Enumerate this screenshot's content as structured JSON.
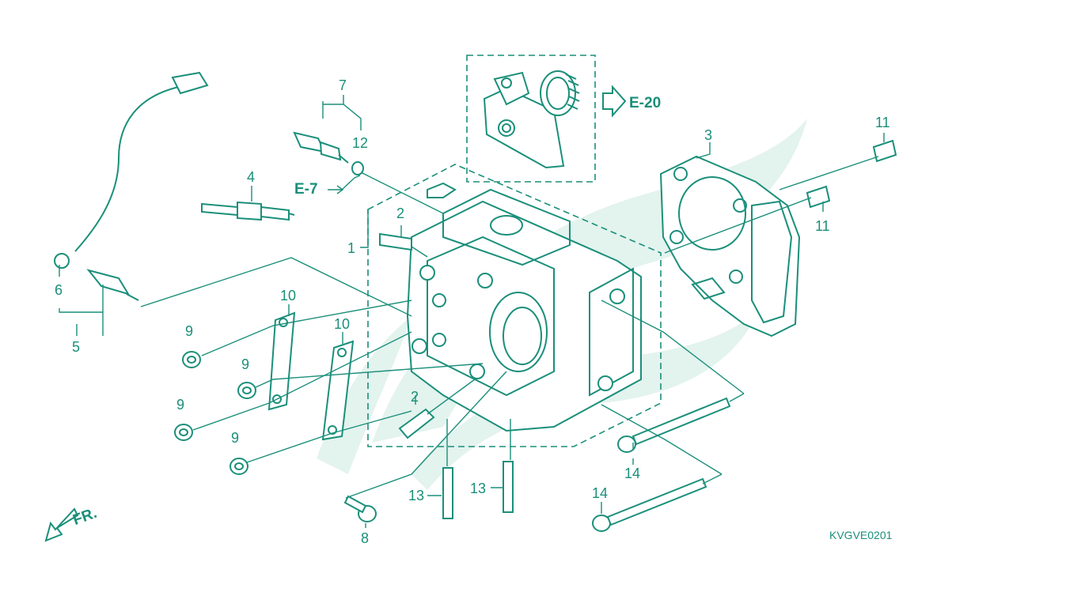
{
  "diagram": {
    "code": "KVGVE0201",
    "front_label": "FR.",
    "refs": {
      "e20": "E-20",
      "e7": "E-7"
    },
    "callouts": [
      {
        "id": "c1",
        "text": "1"
      },
      {
        "id": "c2a",
        "text": "2"
      },
      {
        "id": "c2b",
        "text": "2"
      },
      {
        "id": "c3",
        "text": "3"
      },
      {
        "id": "c4",
        "text": "4"
      },
      {
        "id": "c5",
        "text": "5"
      },
      {
        "id": "c6",
        "text": "6"
      },
      {
        "id": "c7",
        "text": "7"
      },
      {
        "id": "c8",
        "text": "8"
      },
      {
        "id": "c9a",
        "text": "9"
      },
      {
        "id": "c9b",
        "text": "9"
      },
      {
        "id": "c9c",
        "text": "9"
      },
      {
        "id": "c9d",
        "text": "9"
      },
      {
        "id": "c10a",
        "text": "10"
      },
      {
        "id": "c10b",
        "text": "10"
      },
      {
        "id": "c11a",
        "text": "11"
      },
      {
        "id": "c11b",
        "text": "11"
      },
      {
        "id": "c12",
        "text": "12"
      },
      {
        "id": "c13a",
        "text": "13"
      },
      {
        "id": "c13b",
        "text": "13"
      },
      {
        "id": "c14a",
        "text": "14"
      },
      {
        "id": "c14b",
        "text": "14"
      }
    ],
    "colors": {
      "line": "#1a8f7a",
      "watermark": "#e3f3ee",
      "background": "#ffffff"
    }
  }
}
